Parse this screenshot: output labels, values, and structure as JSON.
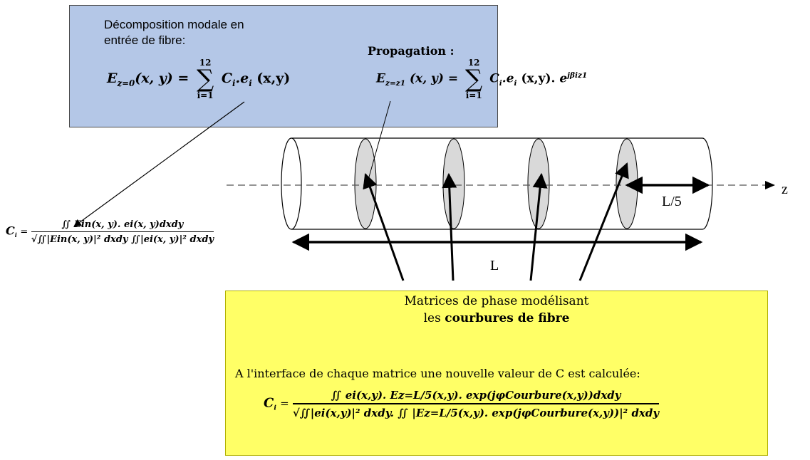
{
  "decomposition": {
    "line1": "Décomposition modale en",
    "line2": "entrée de fibre:",
    "lhs_E": "E",
    "lhs_sub": "z=0",
    "lhs_args": "(x, y) =",
    "sum_top": "12",
    "sum_bottom": "i=1",
    "term": "C",
    "term_sub": "i",
    "dot_e": ".e",
    "e_sub": "i",
    "term_args": "(x,y)"
  },
  "propagation": {
    "title": "Propagation :",
    "lhs_E": "E",
    "lhs_sub": "z=z1",
    "lhs_args": "(x, y) =",
    "sum_top": "12",
    "sum_bottom": "i=1",
    "term": "C",
    "term_sub": "i",
    "dot_e": ".e",
    "e_sub": "i",
    "term_args": "(x,y).",
    "exp_base": "e",
    "exp_power": "jβiz1"
  },
  "coefficient": {
    "lhs": "C",
    "lhs_sub": "i",
    "eq_sign": "=",
    "numerator": "∬ Ein(x, y). ei(x, y)dxdy",
    "denominator": "√∬|Ein(x, y)|² dxdy ∬|ei(x, y)|² dxdy"
  },
  "labels": {
    "z_axis": "z",
    "length_total": "L",
    "length_segment": "L/5"
  },
  "matrices": {
    "line1": "Matrices de phase modélisant",
    "line2_prefix": "les ",
    "line2_bold": "courbures de fibre",
    "interface_text": "A l'interface de chaque matrice une nouvelle valeur de C est calculée:",
    "lhs": "C",
    "lhs_sub": "i",
    "eq_sign": "=",
    "numerator": "∬ ei(x,y). Ez=L/5(x,y). exp(jφCourbure(x,y))dxdy",
    "denominator": "√∬|ei(x,y)|² dxdy. ∬ |Ez=L/5(x,y). exp(jφCourbure(x,y))|² dxdy"
  }
}
